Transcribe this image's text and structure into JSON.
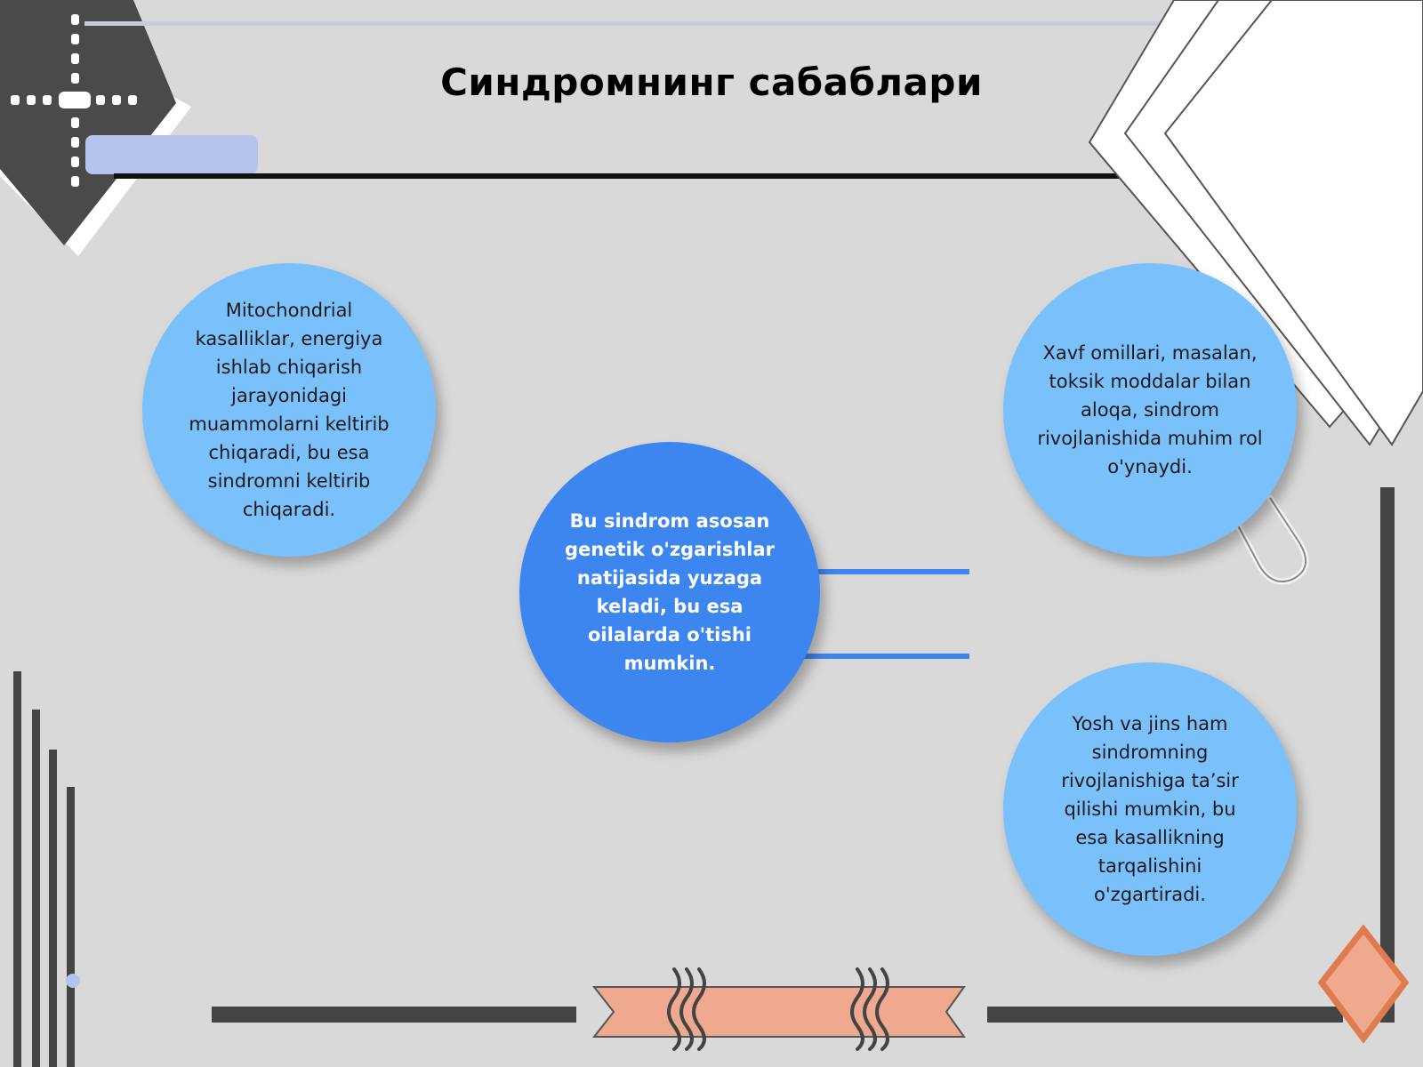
{
  "slide": {
    "title": "Синдромнинг сабаблари"
  },
  "diagram": {
    "center": {
      "text": "Bu sindrom asosan genetik o'zgarishlar natijasida yuzaga keladi, bu esa oilalarda o'tishi mumkin."
    },
    "nodes": [
      {
        "text": "Mitochondrial kasalliklar, energiya ishlab chiqarish jarayonidagi muammolarni keltirib chiqaradi, bu esa sindromni keltirib chiqaradi."
      },
      {
        "text": "Xavf omillari, masalan, toksik moddalar bilan aloqa, sindrom rivojlanishida muhim rol o'ynaydi."
      },
      {
        "text": "Yosh va jins ham sindromning rivojlanishiga ta’sir qilishi mumkin, bu esa kasallikning tarqalishini o'zgartiradi."
      }
    ]
  },
  "colors": {
    "background": "#d9d9d9",
    "node_light": "#7ac0fb",
    "node_center": "#3d86ef",
    "connector": "#3d86ef",
    "ribbon": "#eea98e",
    "dark_decor": "#444444",
    "accent_bar": "#b5c4ec"
  }
}
